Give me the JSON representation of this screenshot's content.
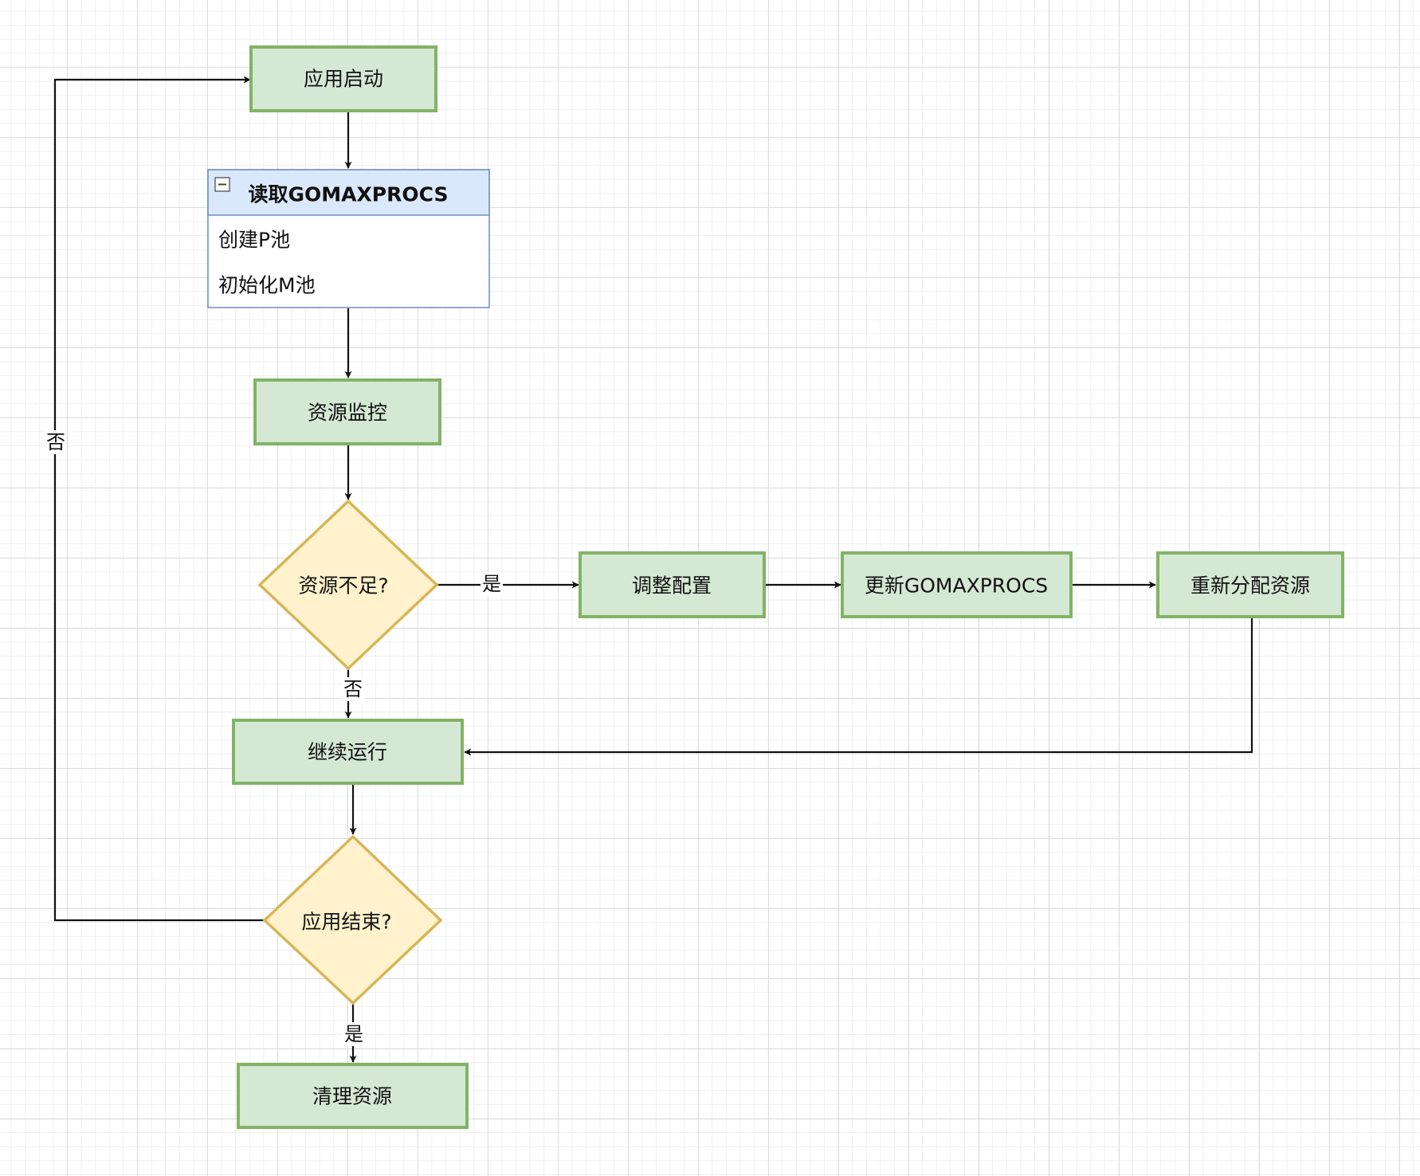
{
  "diagram": {
    "nodes": {
      "start": "应用启动",
      "monitor": "资源监控",
      "decision_resource": "资源不足?",
      "adjust": "调整配置",
      "update": "更新GOMAXPROCS",
      "reallocate": "重新分配资源",
      "continue": "继续运行",
      "decision_end": "应用结束?",
      "cleanup": "清理资源"
    },
    "init_list": {
      "title": "读取GOMAXPROCS",
      "items": [
        "创建P池",
        "初始化M池"
      ],
      "collapse_icon": "minus-box-icon"
    },
    "edge_labels": {
      "resource_yes": "是",
      "resource_no": "否",
      "end_yes": "是",
      "end_no": "否"
    },
    "colors": {
      "process_fill": "#d5e8d4",
      "process_stroke": "#82b366",
      "decision_fill": "#fff2cc",
      "decision_stroke": "#d6b656",
      "list_header_fill": "#dae8fc",
      "list_stroke": "#6c8ebf"
    }
  }
}
